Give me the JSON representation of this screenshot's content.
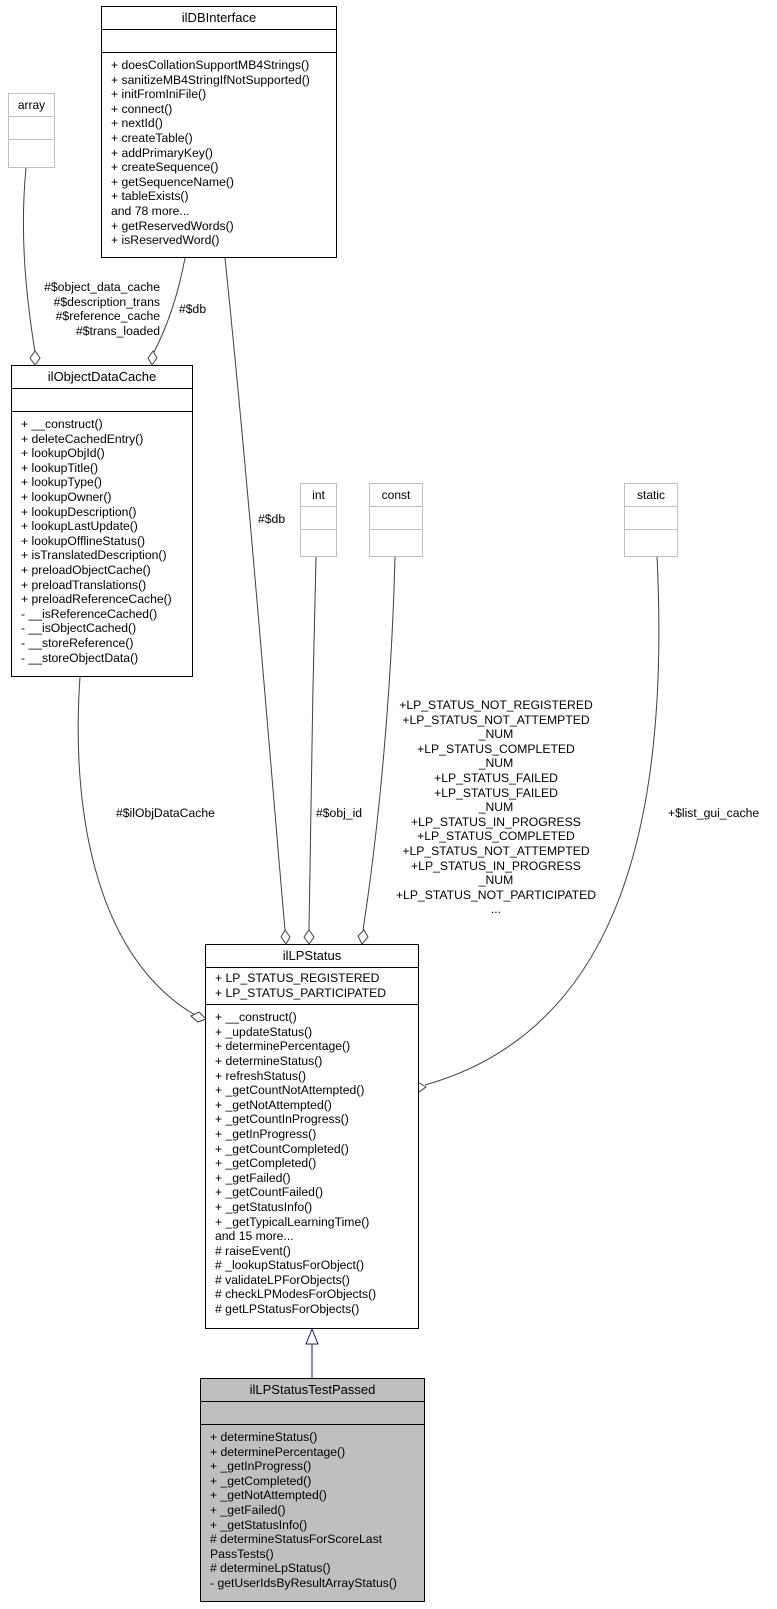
{
  "classes": {
    "ildb": {
      "name": "ilDBInterface",
      "attributes": [],
      "methods": [
        "+ doesCollationSupportMB4Strings()",
        "+ sanitizeMB4StringIfNotSupported()",
        "+ initFromIniFile()",
        "+ connect()",
        "+ nextId()",
        "+ createTable()",
        "+ addPrimaryKey()",
        "+ createSequence()",
        "+ getSequenceName()",
        "+ tableExists()",
        "and 78 more...",
        "+ getReservedWords()",
        "+ isReservedWord()"
      ]
    },
    "array": {
      "name": "array"
    },
    "int": {
      "name": "int"
    },
    "const": {
      "name": "const"
    },
    "static": {
      "name": "static"
    },
    "cache": {
      "name": "ilObjectDataCache",
      "methods": [
        "+ __construct()",
        "+ deleteCachedEntry()",
        "+ lookupObjId()",
        "+ lookupTitle()",
        "+ lookupType()",
        "+ lookupOwner()",
        "+ lookupDescription()",
        "+ lookupLastUpdate()",
        "+ lookupOfflineStatus()",
        "+ isTranslatedDescription()",
        "+ preloadObjectCache()",
        "+ preloadTranslations()",
        "+ preloadReferenceCache()",
        "- __isReferenceCached()",
        "- __isObjectCached()",
        "- __storeReference()",
        "- __storeObjectData()"
      ]
    },
    "status": {
      "name": "ilLPStatus",
      "attributes": [
        "+ LP_STATUS_REGISTERED",
        "+ LP_STATUS_PARTICIPATED"
      ],
      "methods": [
        "+ __construct()",
        "+ _updateStatus()",
        "+ determinePercentage()",
        "+ determineStatus()",
        "+ refreshStatus()",
        "+ _getCountNotAttempted()",
        "+ _getNotAttempted()",
        "+ _getCountInProgress()",
        "+ _getInProgress()",
        "+ _getCountCompleted()",
        "+ _getCompleted()",
        "+ _getFailed()",
        "+ _getCountFailed()",
        "+ _getStatusInfo()",
        "+ _getTypicalLearningTime()",
        "and 15 more...",
        "# raiseEvent()",
        "# _lookupStatusForObject()",
        "# validateLPForObjects()",
        "# checkLPModesForObjects()",
        "# getLPStatusForObjects()"
      ]
    },
    "passed": {
      "name": "ilLPStatusTestPassed",
      "methods": [
        "+ determineStatus()",
        "+ determinePercentage()",
        "+ _getInProgress()",
        "+ _getCompleted()",
        "+ _getNotAttempted()",
        "+ _getFailed()",
        "+ _getStatusInfo()",
        "# determineStatusForScoreLast",
        "PassTests()",
        "# determineLpStatus()",
        "- getUserIdsByResultArrayStatus()"
      ]
    }
  },
  "edge_labels": {
    "array_cache": [
      "#$object_data_cache",
      "#$description_trans",
      "#$reference_cache",
      "#$trans_loaded"
    ],
    "db_cache": "#$db",
    "db_status": "#$db",
    "cache_status": "#$ilObjDataCache",
    "int_status": "#$obj_id",
    "static_status": "+$list_gui_cache",
    "const_status": [
      "+LP_STATUS_NOT_REGISTERED",
      "+LP_STATUS_NOT_ATTEMPTED",
      "_NUM",
      "+LP_STATUS_COMPLETED",
      "_NUM",
      "+LP_STATUS_FAILED",
      "+LP_STATUS_FAILED",
      "_NUM",
      "+LP_STATUS_IN_PROGRESS",
      "+LP_STATUS_COMPLETED",
      "+LP_STATUS_NOT_ATTEMPTED",
      "+LP_STATUS_IN_PROGRESS",
      "_NUM",
      "+LP_STATUS_NOT_PARTICIPATED",
      "..."
    ]
  }
}
